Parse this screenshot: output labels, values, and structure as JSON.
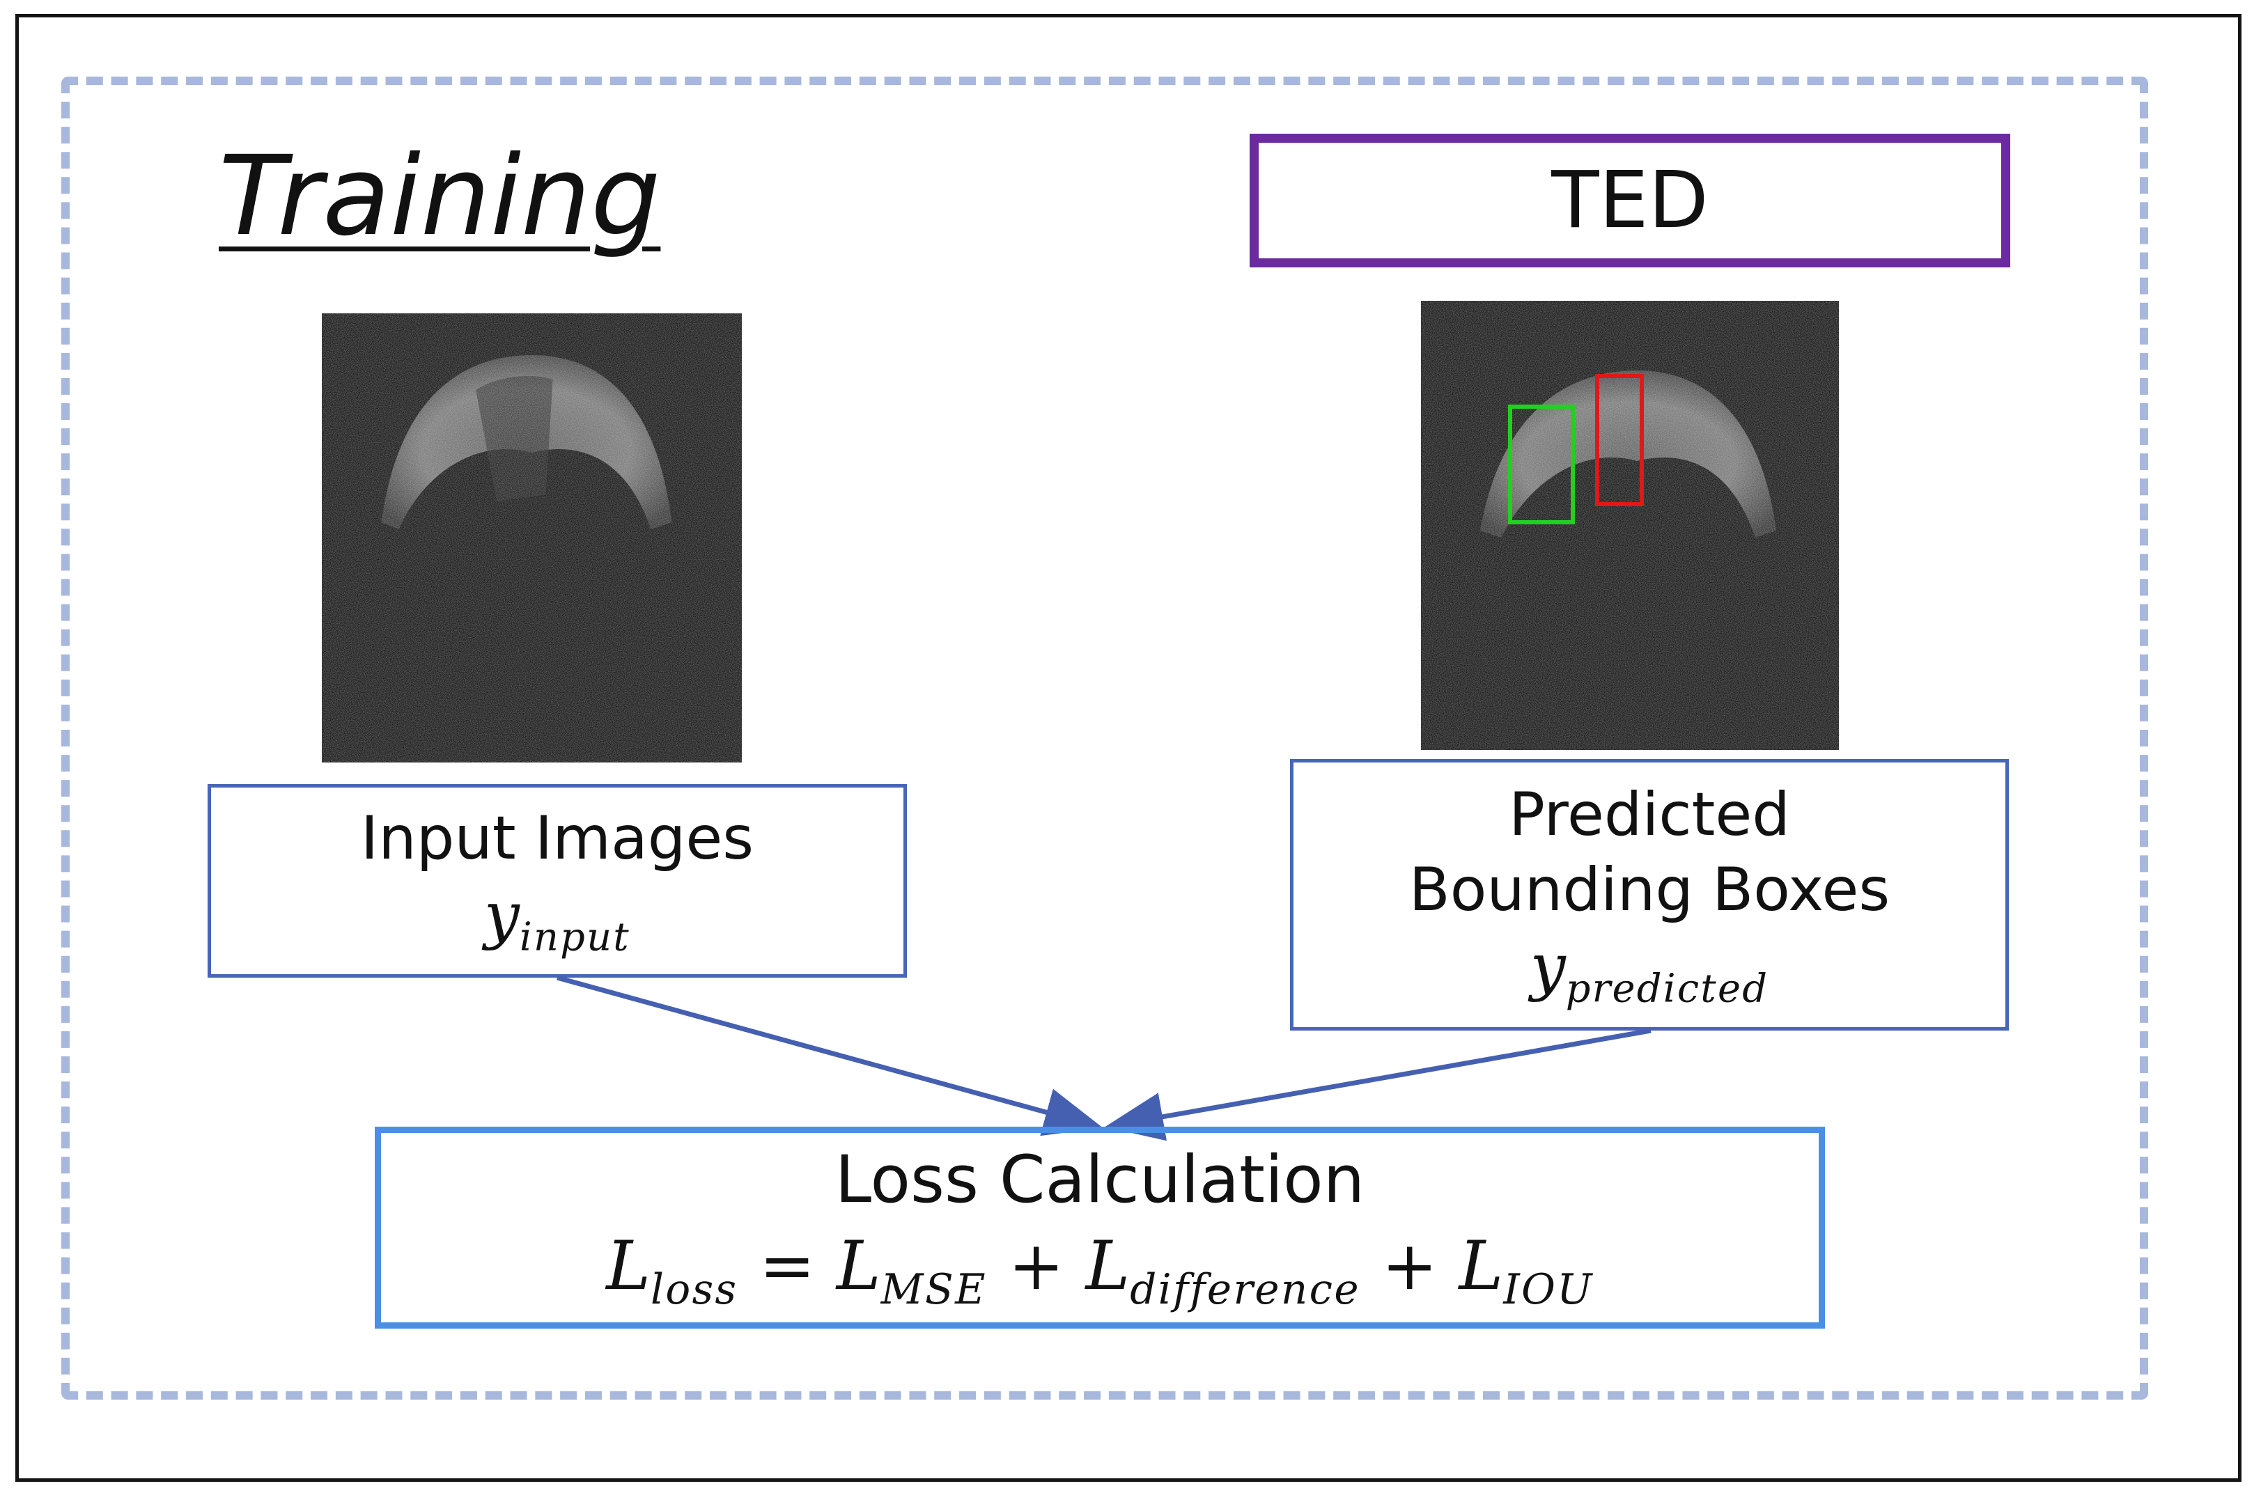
{
  "title": "Training",
  "model_label": "TED",
  "input_box": {
    "label": "Input Images",
    "symbol": "y",
    "symbol_sub": "input"
  },
  "predicted_box": {
    "label": "Predicted Bounding Boxes",
    "symbol": "y",
    "symbol_sub": "predicted"
  },
  "loss_box": {
    "label": "Loss Calculation",
    "formula": {
      "lhs": "L",
      "lhs_sub": "loss",
      "terms": [
        {
          "symbol": "L",
          "sub": "MSE"
        },
        {
          "symbol": "L",
          "sub": "difference"
        },
        {
          "symbol": "L",
          "sub": "IOU"
        }
      ],
      "equals": "=",
      "plus": "+"
    }
  },
  "bounding_boxes": [
    {
      "color": "#22d022"
    },
    {
      "color": "#e01818"
    }
  ],
  "colors": {
    "ted_border": "#6b2aa0",
    "box_border": "#4766b8",
    "loss_border": "#4a8fe6",
    "dashed_border": "#a8b8dc",
    "arrow": "#4560b0"
  }
}
